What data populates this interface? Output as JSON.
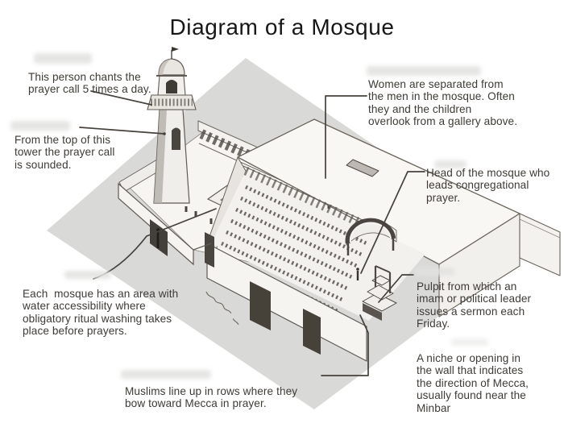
{
  "title": "Diagram of a Mosque",
  "annotations": [
    {
      "id": "muezzin",
      "text": "This person chants the\nprayer call 5 times a day."
    },
    {
      "id": "minaret-tower",
      "text": "From the top of this\ntower the prayer call\nis sounded."
    },
    {
      "id": "womens-gallery",
      "text": "Women are separated from\nthe men in the mosque. Often\nthey and the children\noverlook from a gallery above."
    },
    {
      "id": "imam",
      "text": "Head of the mosque who\nleads congregational\nprayer."
    },
    {
      "id": "minbar-pulpit",
      "text": "Pulpit from which an\nimam or political leader\nissues a sermon each\nFriday."
    },
    {
      "id": "mihrab-niche",
      "text": "A niche or opening in\nthe wall that indicates\nthe direction of Mecca,\nusually found near the\nMinbar"
    },
    {
      "id": "ablution-area",
      "text": "Each  mosque has an area with\nwater accessibility where\nobligatory ritual washing takes\nplace before prayers."
    },
    {
      "id": "prayer-rows",
      "text": "Muslims line up in rows where they\nbow toward Mecca in prayer."
    }
  ],
  "colors": {
    "ink": "#3e3b36",
    "title_ink": "#171717",
    "leader_line": "#45413c",
    "ground_shadow": "#d9d9d7",
    "paper": "#ffffff"
  }
}
